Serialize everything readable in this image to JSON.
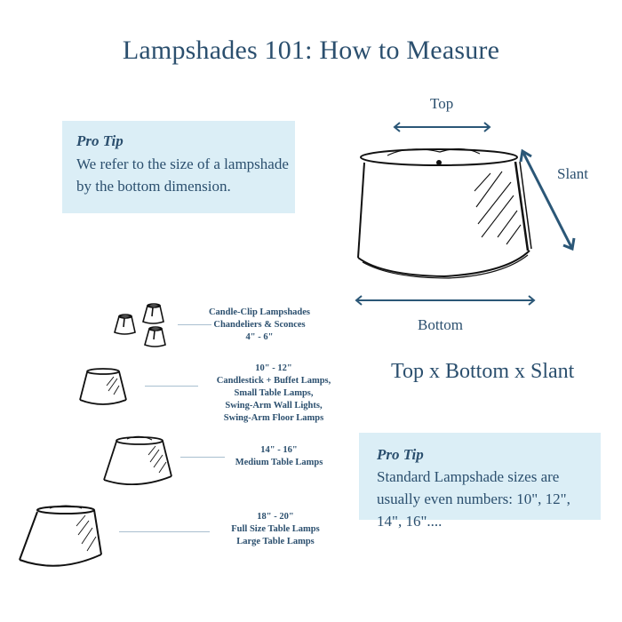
{
  "title": "Lampshades 101: How to Measure",
  "tips": [
    {
      "heading": "Pro Tip",
      "body": "We refer to the size of a lampshade by the bottom dimension."
    },
    {
      "heading": "Pro Tip",
      "body": "Standard Lampshade sizes are usually even numbers: 10\", 12\", 14\", 16\"...."
    }
  ],
  "diagram": {
    "top_label": "Top",
    "slant_label": "Slant",
    "bottom_label": "Bottom",
    "formula": "Top x Bottom x Slant",
    "arrow_color": "#2b5777"
  },
  "sizes": [
    {
      "lines": [
        "Candle-Clip Lampshades",
        "Chandeliers & Sconces",
        "4\" - 6\""
      ]
    },
    {
      "lines": [
        "10\" - 12\"",
        "Candlestick + Buffet Lamps,",
        "Small Table Lamps,",
        "Swing-Arm Wall Lights,",
        "Swing-Arm Floor Lamps"
      ]
    },
    {
      "lines": [
        "14\" - 16\"",
        "Medium Table Lamps"
      ]
    },
    {
      "lines": [
        "18\" - 20\"",
        "Full Size Table Lamps",
        "Large Table Lamps"
      ]
    }
  ],
  "colors": {
    "text": "#2b4f6e",
    "tip_background": "#dbeef6",
    "connector": "#a9bfd0"
  }
}
